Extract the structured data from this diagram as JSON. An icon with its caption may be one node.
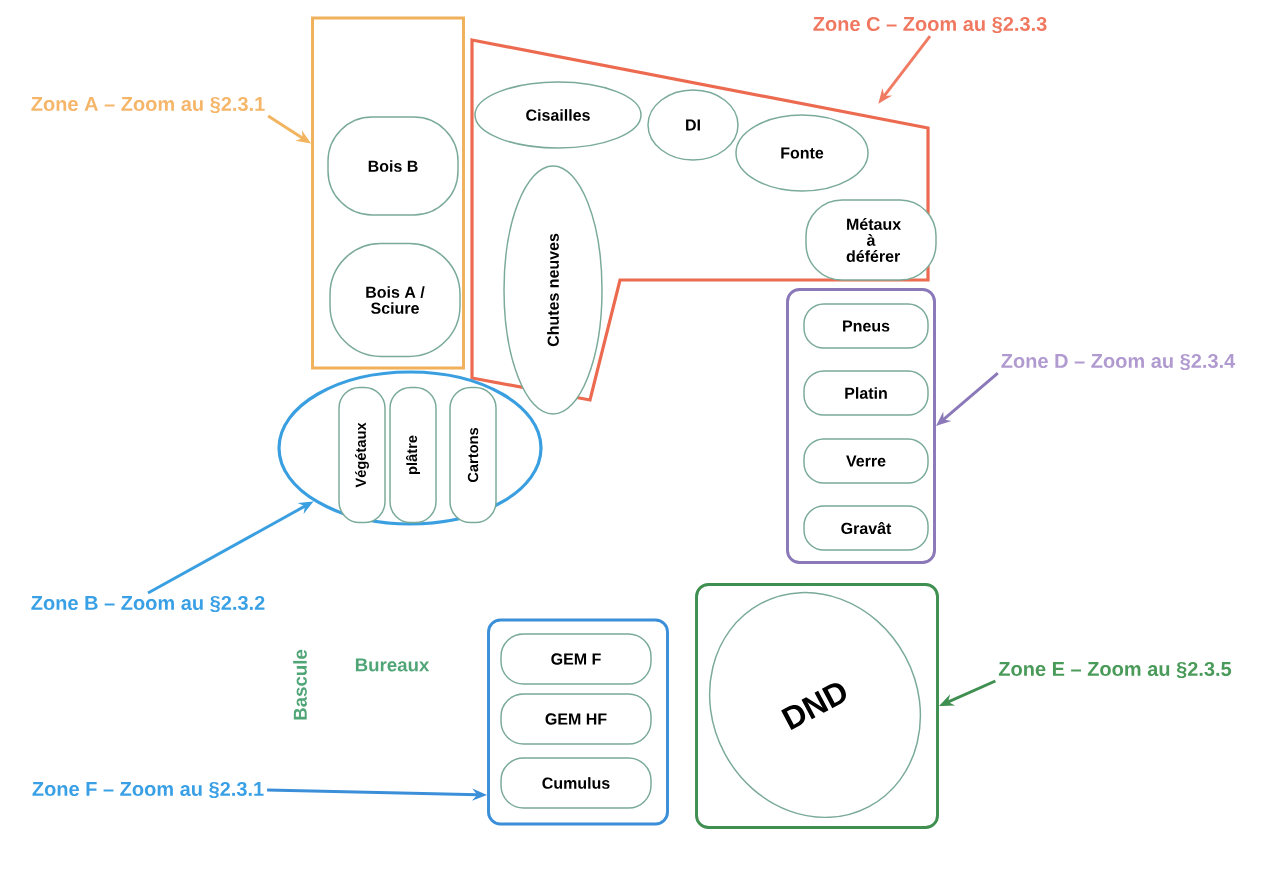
{
  "diagram": {
    "nodes": [
      {
        "text": [
          "Zone A – Zoom au §2.3.1"
        ]
      },
      {
        "text": [],
        "shape": "box"
      },
      {
        "text": [
          "Bois B"
        ],
        "in": 1
      },
      {
        "text": [
          "Bois A / Sciure"
        ],
        "in": 1
      },
      {
        "text": [
          "Zone C – Zoom au §2.3.3"
        ]
      },
      {
        "text": [],
        "shape": "polygon"
      },
      {
        "text": [
          "Cisailles"
        ],
        "in": 5
      },
      {
        "text": [
          "DI"
        ],
        "in": 5
      },
      {
        "text": [
          "Fonte"
        ],
        "in": 5
      },
      {
        "text": [
          "Chutes neuves"
        ],
        "in": 5
      },
      {
        "text": [
          "Métaux à déférer"
        ],
        "in": 5
      },
      {
        "text": [
          "Zone B – Zoom au §2.3.2"
        ]
      },
      {
        "text": [],
        "shape": "ellipse"
      },
      {
        "text": [
          "Végétaux"
        ],
        "in": 12
      },
      {
        "text": [
          "plâtre"
        ],
        "in": 12
      },
      {
        "text": [
          "Cartons"
        ],
        "in": 12
      },
      {
        "text": [
          "Zone D – Zoom au §2.3.4"
        ]
      },
      {
        "text": [],
        "shape": "box"
      },
      {
        "text": [
          "Pneus"
        ],
        "in": 17
      },
      {
        "text": [
          "Platin"
        ],
        "in": 17
      },
      {
        "text": [
          "Verre"
        ],
        "in": 17
      },
      {
        "text": [
          "Gravât"
        ],
        "in": 17
      },
      {
        "text": [
          "Zone E – Zoom au §2.3.5"
        ]
      },
      {
        "text": [],
        "shape": "box"
      },
      {
        "text": [
          "DND"
        ],
        "in": 23
      },
      {
        "text": [
          "Zone F – Zoom au §2.3.1"
        ]
      },
      {
        "text": [],
        "shape": "box"
      },
      {
        "text": [
          "GEM F"
        ],
        "in": 26
      },
      {
        "text": [
          "GEM HF"
        ],
        "in": 26
      },
      {
        "text": [
          "Cumulus"
        ],
        "in": 26
      }
    ],
    "edges": [
      {
        "from": 0,
        "to": 1,
        "arrow": "to",
        "color": "#f2b45e"
      },
      {
        "from": 4,
        "to": 5,
        "arrow": "to",
        "color": "#f07a62"
      },
      {
        "from": 11,
        "to": 12,
        "arrow": "to",
        "color": "#3a9fe0"
      },
      {
        "from": 16,
        "to": 17,
        "arrow": "to",
        "color": "#8a78b8"
      },
      {
        "from": 22,
        "to": 23,
        "arrow": "to",
        "color": "#3f8f50"
      },
      {
        "from": 25,
        "to": 26,
        "arrow": "to",
        "color": "#3a8fd8"
      }
    ],
    "labels": [
      "Bascule",
      "Bureaux"
    ]
  }
}
